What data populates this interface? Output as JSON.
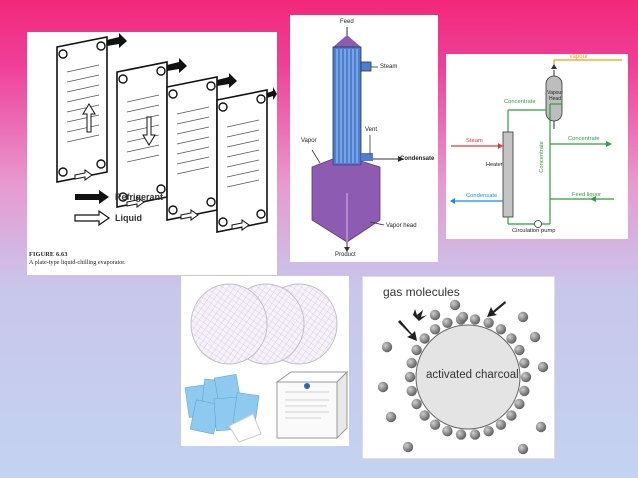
{
  "evaporator_plate": {
    "legend_refrigerant": "Refrigerant",
    "legend_liquid": "Liquid",
    "figure_number": "FIGURE 6.63",
    "caption": "A plate-type liquid-chilling evaporator."
  },
  "vertical_evaporator": {
    "feed": "Feed",
    "steam": "Steam",
    "vent": "Vent",
    "vapor": "Vapor",
    "condensate": "Condensate",
    "vapor_head": "Vapor head",
    "product": "Product"
  },
  "circulation_diagram": {
    "vapour": "Vapour",
    "vapour_head": "Vapour\nHead",
    "concentrate_top": "Concentrate",
    "concentrate_right": "Concentrate",
    "concentrate_vertical": "Concentrate",
    "steam": "Steam",
    "heater": "Heater",
    "condensate": "Condensate",
    "feed_liquor": "Feed liquor",
    "circulation_pump": "Circulation pump",
    "colors": {
      "vapour": "#f39c12",
      "concentrate": "#2e9e3e",
      "steam": "#e53935",
      "condensate": "#1e88e5"
    }
  },
  "filter_papers": {},
  "activated_charcoal": {
    "gas_molecules": "gas molecules",
    "activated_charcoal": "activated charcoal"
  }
}
